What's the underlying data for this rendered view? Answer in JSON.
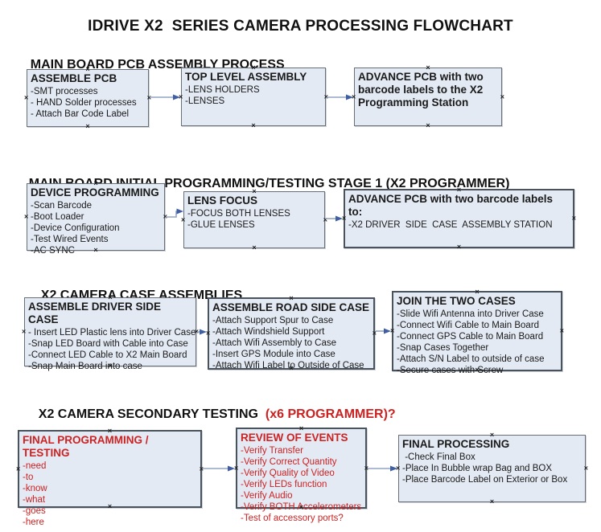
{
  "title": "IDRIVE X2  SERIES CAMERA PROCESSING FLOWCHART",
  "glyphs": {
    "connection_marker": "×"
  },
  "colors": {
    "box_fill": "#e3eaf4",
    "box_border": "#666f78",
    "box_border_dark": "#49535d",
    "red": "#cc2222",
    "arrow_line": "#94a4c4",
    "arrow_head": "#3f5fa2",
    "text": "#1a1a1a"
  },
  "sections": [
    {
      "header": "MAIN BOARD PCB ASSEMBLY PROCESS",
      "boxes": [
        {
          "title": "ASSEMBLE PCB",
          "items": [
            "-SMT processes",
            "- HAND Solder processes",
            "- Attach Bar Code Label"
          ]
        },
        {
          "title": "TOP LEVEL ASSEMBLY",
          "items": [
            "-LENS HOLDERS",
            "-LENSES"
          ]
        },
        {
          "title": "ADVANCE PCB with two barcode labels to the  X2 Programming Station",
          "items": []
        }
      ]
    },
    {
      "header": "MAIN BOARD INITIAL PROGRAMMING/TESTING STAGE 1 (X2 PROGRAMMER)",
      "boxes": [
        {
          "title": "DEVICE PROGRAMMING",
          "items": [
            "-Scan Barcode",
            "-Boot Loader",
            "-Device Configuration",
            "-Test Wired Events",
            "-AC SYNC"
          ]
        },
        {
          "title": "LENS FOCUS",
          "items": [
            "-FOCUS BOTH LENSES",
            "-GLUE LENSES"
          ]
        },
        {
          "title": "ADVANCE PCB with two barcode labels to:",
          "items": [
            "-X2 DRIVER  SIDE  CASE  ASSEMBLY STATION"
          ]
        }
      ]
    },
    {
      "header": "X2 CAMERA CASE ASSEMBLIES",
      "boxes": [
        {
          "title": "ASSEMBLE DRIVER SIDE CASE",
          "items": [
            "- Insert LED Plastic lens into Driver Case",
            "-Snap LED Board with Cable into Case",
            "-Connect LED Cable to X2 Main Board",
            "-Snap Main Board into case"
          ]
        },
        {
          "title": "ASSEMBLE ROAD SIDE CASE",
          "items": [
            "-Attach Support Spur to Case",
            "-Attach Windshield Support",
            "-Attach Wifi Assembly to Case",
            "-Insert GPS Module into Case",
            "-Attach Wifi Label to Outside of Case"
          ]
        },
        {
          "title": "JOIN THE TWO CASES",
          "items": [
            "-Slide Wifi Antenna into Driver Case",
            "-Connect Wifi Cable to Main Board",
            "-Connect GPS Cable to Main Board",
            "-Snap Cases Together",
            "-Attach S/N Label to outside of case",
            "-Secure cases with Screw"
          ]
        }
      ]
    },
    {
      "header": "X2 CAMERA SECONDARY TESTING ",
      "header_red": " (x6 PROGRAMMER)?",
      "boxes": [
        {
          "title": "FINAL PROGRAMMING / TESTING",
          "text_color": "red",
          "items": [
            "-need",
            "-to",
            "-know",
            "-what",
            "-goes",
            "-here"
          ]
        },
        {
          "title": "REVIEW OF EVENTS",
          "text_color": "red",
          "items": [
            "-Verify Transfer",
            "-Verify Correct Quantity",
            "-Verify Quality of Video",
            "-Verify LEDs function",
            "-Verify Audio",
            "-Verify BOTH Accelerometers",
            "-Test of accessory ports?"
          ]
        },
        {
          "title": "FINAL PROCESSING",
          "items": [
            " -Check Final Box",
            "-Place In Bubble wrap Bag and BOX",
            "-Place Barcode Label on Exterior or Box"
          ]
        }
      ]
    }
  ]
}
